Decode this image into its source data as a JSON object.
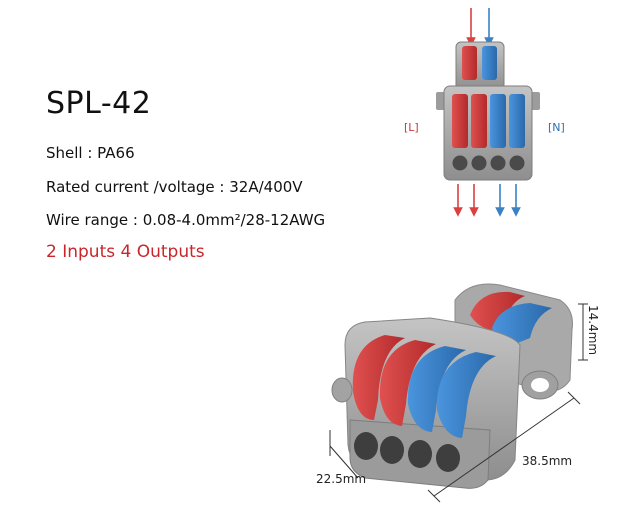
{
  "product": {
    "model": "SPL-42",
    "shell": "Shell : PA66",
    "rated": "Rated current /voltage : 32A/400V",
    "wire_range": "Wire range : 0.08-4.0mm²/28-12AWG",
    "io": "2 Inputs 4 Outputs"
  },
  "top_diagram": {
    "left_label": "[L]",
    "right_label": "[N]"
  },
  "dimensions": {
    "width": "22.5mm",
    "length": "38.5mm",
    "height": "14.4mm"
  },
  "colors": {
    "live": "#cf3a3a",
    "neutral": "#3a80c6",
    "shell": "#a6a6a6",
    "highlight": "#c9252b"
  }
}
